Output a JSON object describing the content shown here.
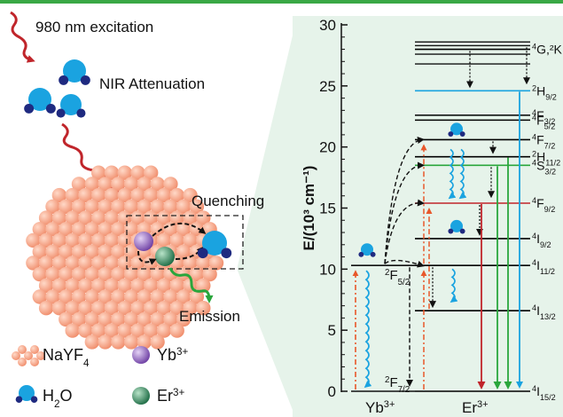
{
  "top_rule_color": "#3aa845",
  "left_panel": {
    "excitation_label": "980 nm excitation",
    "attenuation_label": "NIR Attenuation",
    "quenching_label": "Quenching",
    "emission_label": "Emission",
    "legend": [
      {
        "symbol": "nayf4-cluster",
        "label": "NaYF",
        "sub": "4",
        "sup": ""
      },
      {
        "symbol": "yb-sphere",
        "label": "Yb",
        "sub": "",
        "sup": "3+"
      },
      {
        "symbol": "water-molecule",
        "label": "H",
        "sub": "2",
        "tail": "O",
        "sup": ""
      },
      {
        "symbol": "er-sphere",
        "label": "Er",
        "sub": "",
        "sup": "3+"
      }
    ],
    "colors": {
      "nanoparticle": "#f4a58a",
      "yb": "#9b6fc6",
      "er": "#2f8a5c",
      "water_o": "#1aa3e0",
      "water_h": "#1f2a80",
      "excitation_arrow": "#c0252b",
      "emission_arrow": "#2aa63c"
    }
  },
  "energy_diagram": {
    "y_axis_label": "E/(10³ cm⁻¹)",
    "y_ticks": [
      "0",
      "5",
      "10",
      "15",
      "20",
      "25",
      "30"
    ],
    "y_range": [
      0,
      30
    ],
    "panel_background": "#e6f3ea",
    "yb_label": "Yb",
    "yb_sup": "3+",
    "er_label": "Er",
    "er_sup": "3+",
    "yb_levels": [
      {
        "term": "F",
        "pre": "2",
        "sub": "7/2",
        "energy": 0.0
      },
      {
        "term": "F",
        "pre": "2",
        "sub": "5/2",
        "energy": 10.3
      }
    ],
    "er_levels": [
      {
        "term": "I",
        "pre": "4",
        "sub": "15/2",
        "energy": 0.0,
        "color": "#000000"
      },
      {
        "term": "I",
        "pre": "4",
        "sub": "13/2",
        "energy": 6.6,
        "color": "#000000"
      },
      {
        "term": "I",
        "pre": "4",
        "sub": "11/2",
        "energy": 10.3,
        "color": "#000000"
      },
      {
        "term": "I",
        "pre": "4",
        "sub": "9/2",
        "energy": 12.5,
        "color": "#000000"
      },
      {
        "term": "F",
        "pre": "4",
        "sub": "9/2",
        "energy": 15.4,
        "color": "#c0252b"
      },
      {
        "term": "S",
        "pre": "4",
        "sub": "3/2",
        "energy": 18.5,
        "color": "#2aa63c"
      },
      {
        "term": "H",
        "pre": "2",
        "sub": "11/2",
        "energy": 19.2,
        "color": "#000000"
      },
      {
        "term": "F",
        "pre": "4",
        "sub": "7/2",
        "energy": 20.6,
        "color": "#000000"
      },
      {
        "term": "F",
        "pre": "4",
        "sub": "5/2",
        "energy": 22.2,
        "color": "#000000"
      },
      {
        "term": "F",
        "pre": "4",
        "sub": "3/2",
        "energy": 22.6,
        "color": "#000000"
      },
      {
        "term": "H",
        "pre": "2",
        "sub": "9/2",
        "energy": 24.6,
        "color": "#1aa3e0"
      },
      {
        "term": "G,²K",
        "pre": "4",
        "sub": "",
        "energy": 28.0,
        "color": "#000000"
      }
    ],
    "er_extra_lines": [
      26.8,
      27.6,
      28.3,
      28.6
    ],
    "emission_transitions": [
      {
        "from": 15.4,
        "color": "#c0252b"
      },
      {
        "from": 18.5,
        "color": "#2aa63c"
      },
      {
        "from": 19.2,
        "color": "#2aa63c"
      },
      {
        "from": 24.6,
        "color": "#1aa3e0"
      }
    ]
  }
}
